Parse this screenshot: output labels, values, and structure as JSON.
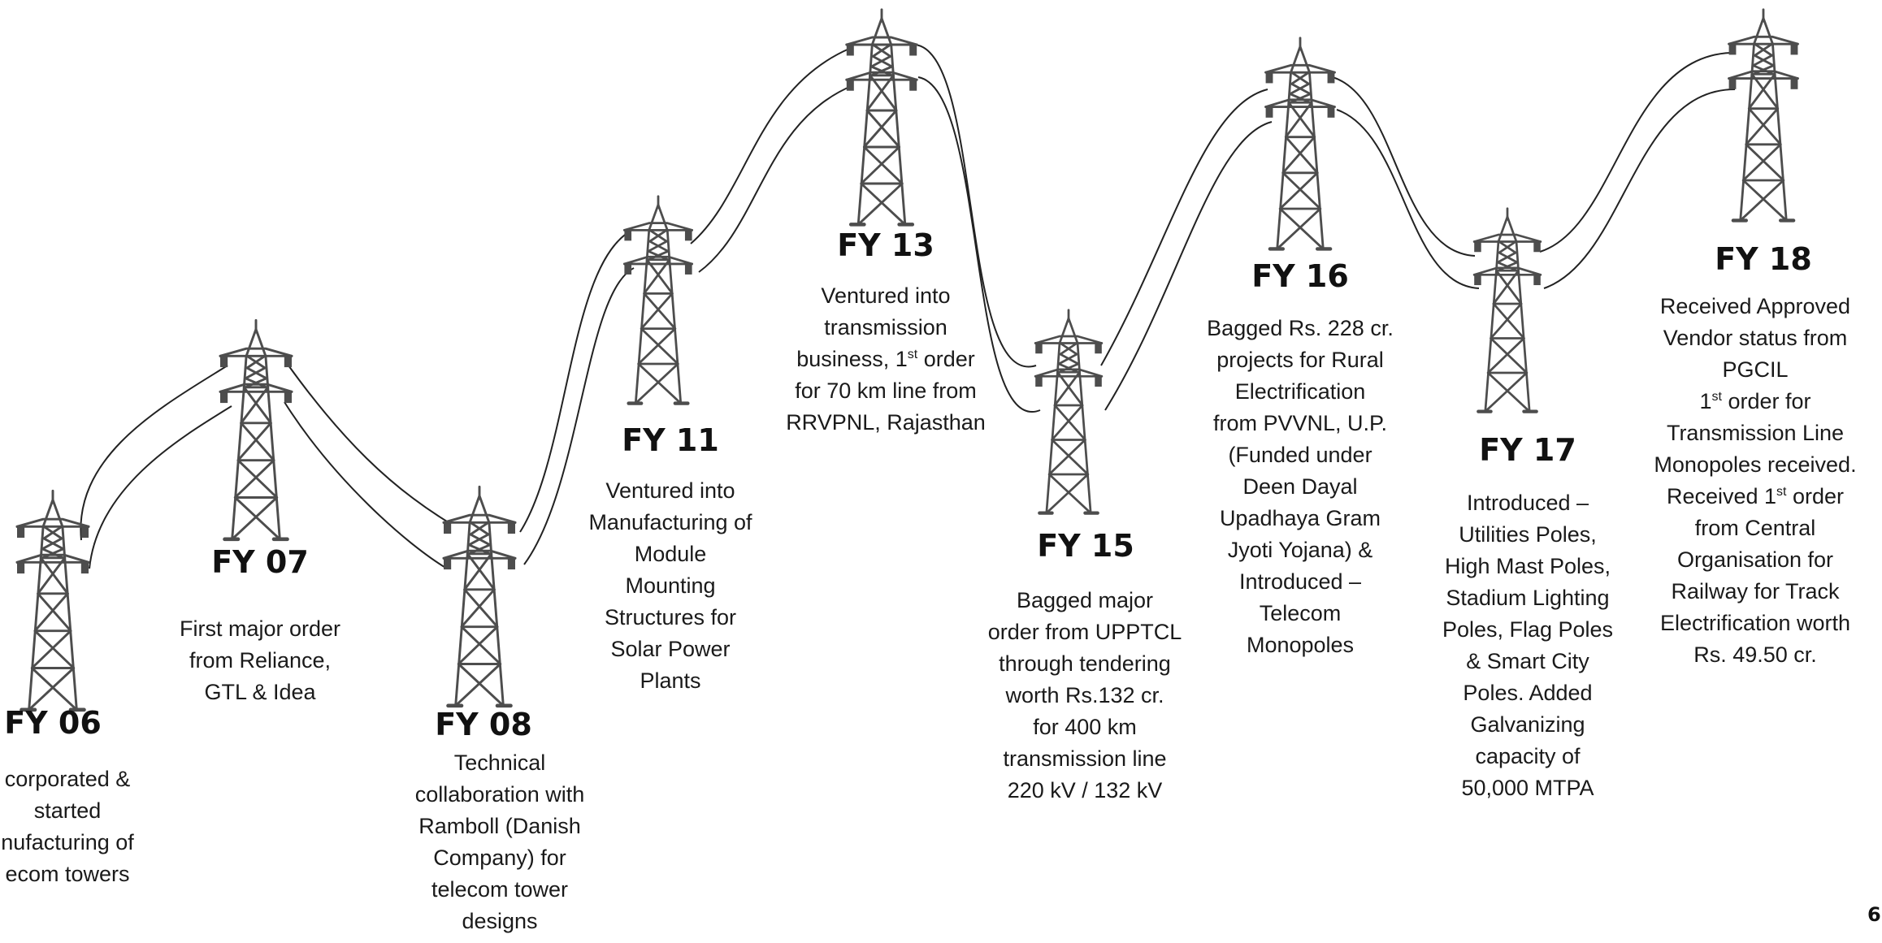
{
  "milestones": [
    {
      "id": "fy06",
      "year": "FY 06",
      "text": "corporated &\nstarted\nnufacturing of\necom towers"
    },
    {
      "id": "fy07",
      "year": "FY 07",
      "text": "First major order\nfrom Reliance,\nGTL & Idea"
    },
    {
      "id": "fy08",
      "year": "FY 08",
      "text": "Technical\ncollaboration with\nRamboll (Danish\nCompany) for\ntelecom tower\ndesigns"
    },
    {
      "id": "fy11",
      "year": "FY 11",
      "text": "Ventured into\nManufacturing of\nModule\nMounting\nStructures for\nSolar Power\nPlants"
    },
    {
      "id": "fy13",
      "year": "FY 13",
      "text": "Ventured into\ntransmission\nbusiness, 1^st order\nfor 70 km line from\nRRVPNL, Rajasthan"
    },
    {
      "id": "fy15",
      "year": "FY 15",
      "text": "Bagged major\norder from UPPTCL\nthrough tendering\nworth Rs.132 cr.\nfor 400 km\ntransmission line\n220 kV / 132 kV"
    },
    {
      "id": "fy16",
      "year": "FY 16",
      "text": "Bagged Rs. 228 cr.\nprojects for Rural\nElectrification\nfrom PVVNL, U.P.\n(Funded under\nDeen Dayal\nUpadhaya Gram\nJyoti Yojana) &\nIntroduced –\nTelecom\nMonopoles"
    },
    {
      "id": "fy17",
      "year": "FY 17",
      "text": "Introduced –\nUtilities Poles,\nHigh Mast Poles,\nStadium Lighting\nPoles, Flag Poles\n& Smart City\nPoles. Added\nGalvanizing\ncapacity of\n50,000 MTPA"
    },
    {
      "id": "fy18",
      "year": "FY 18",
      "text": "Received Approved\nVendor status from\nPGCIL\n1^st order for\nTransmission Line\nMonopoles received.\nReceived 1^st order\nfrom Central\nOrganisation for\nRailway for Track\nElectrification worth\nRs. 49.50 cr."
    }
  ],
  "page_number": "6",
  "colors": {
    "tower": "#4d4d4d",
    "wire": "#222222",
    "text": "#1a1a1a"
  }
}
